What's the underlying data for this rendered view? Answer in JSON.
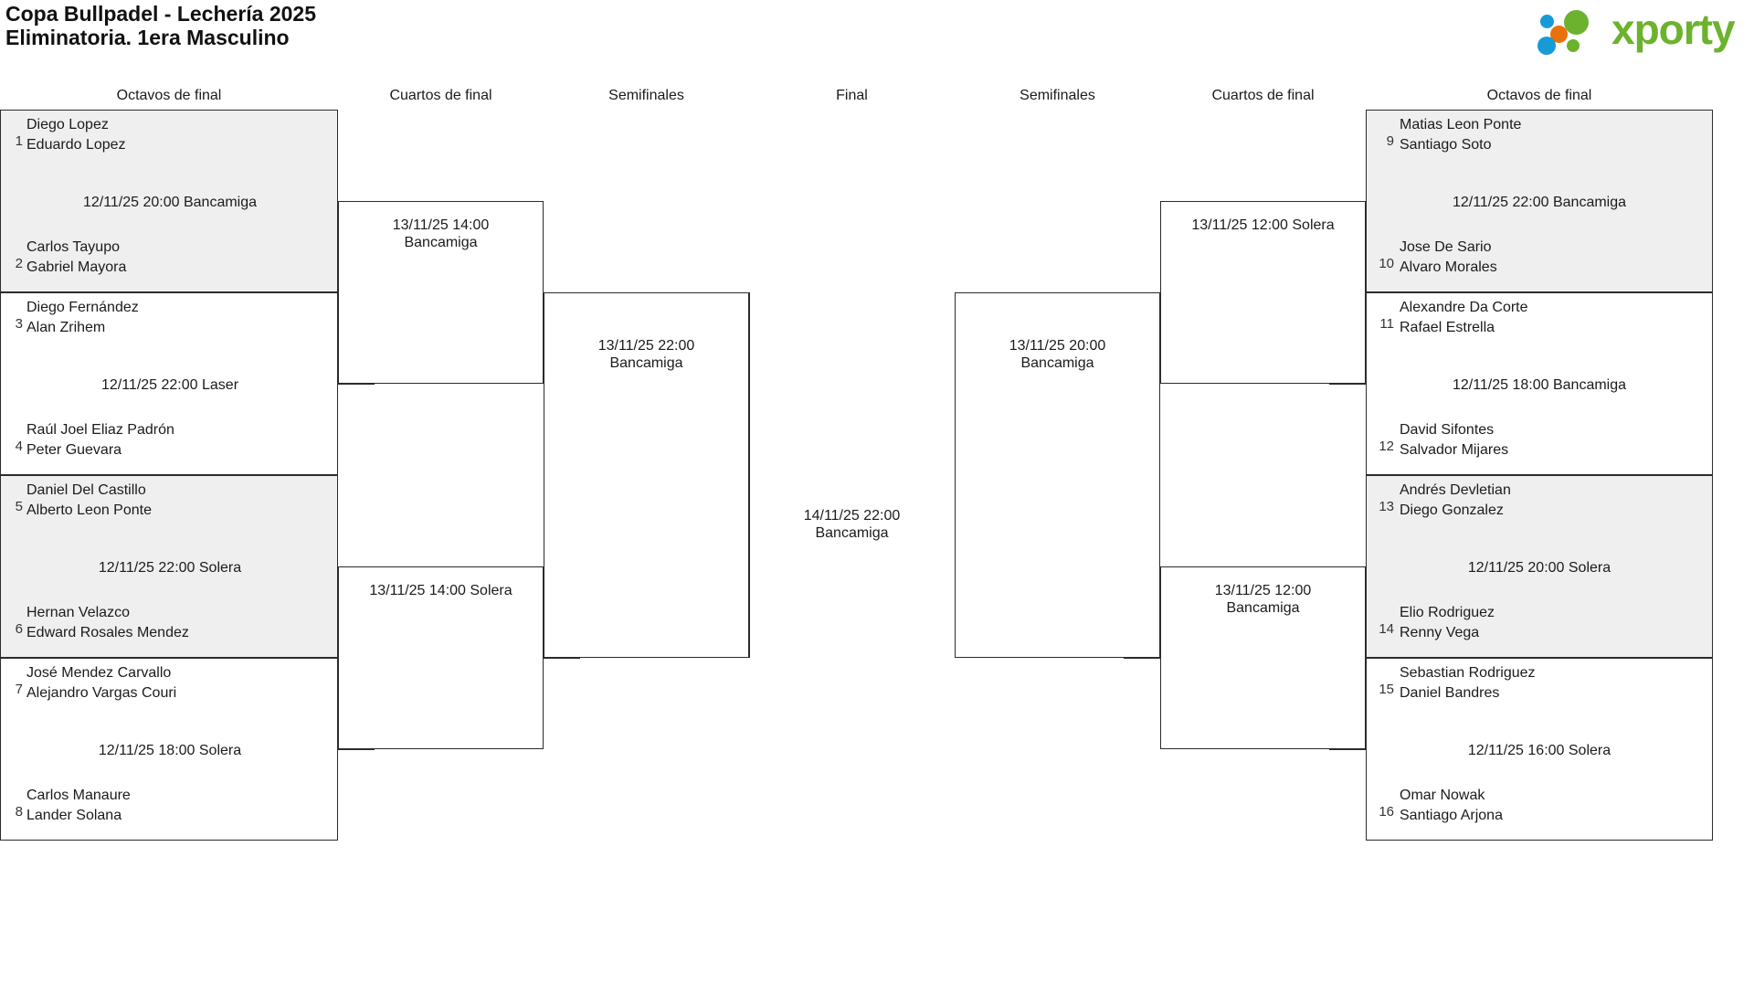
{
  "header": {
    "title_line1": "Copa Bullpadel - Lechería 2025",
    "title_line2": "Eliminatoria. 1era Masculino",
    "logo_word": "xporty",
    "logo_colors": {
      "green": "#6cb22e",
      "blue": "#169bd7",
      "orange": "#e8710a"
    }
  },
  "round_headers": {
    "left": [
      "Octavos de final",
      "Cuartos de final",
      "Semifinales"
    ],
    "center": "Final",
    "right": [
      "Semifinales",
      "Cuartos de final",
      "Octavos de final"
    ]
  },
  "bracket": {
    "left_r16": [
      {
        "seed_top": "1",
        "team_top_p1": "Diego Lopez",
        "team_top_p2": "Eduardo Lopez",
        "seed_bottom": "2",
        "team_bottom_p1": "Carlos Tayupo",
        "team_bottom_p2": "Gabriel Mayora",
        "info": "12/11/25 20:00 Bancamiga",
        "shaded": true
      },
      {
        "seed_top": "3",
        "team_top_p1": "Diego Fernández",
        "team_top_p2": "Alan Zrihem",
        "seed_bottom": "4",
        "team_bottom_p1": "Raúl Joel Eliaz Padrón",
        "team_bottom_p2": "Peter Guevara",
        "info": "12/11/25 22:00 Laser",
        "shaded": false
      },
      {
        "seed_top": "5",
        "team_top_p1": "Daniel Del Castillo",
        "team_top_p2": "Alberto Leon Ponte",
        "seed_bottom": "6",
        "team_bottom_p1": "Hernan Velazco",
        "team_bottom_p2": "Edward Rosales Mendez",
        "info": "12/11/25 22:00 Solera",
        "shaded": true
      },
      {
        "seed_top": "7",
        "team_top_p1": "José Mendez Carvallo",
        "team_top_p2": "Alejandro Vargas Couri",
        "seed_bottom": "8",
        "team_bottom_p1": "Carlos Manaure",
        "team_bottom_p2": "Lander Solana",
        "info": "12/11/25 18:00 Solera",
        "shaded": false
      }
    ],
    "right_r16": [
      {
        "seed_top": "9",
        "team_top_p1": "Matias Leon Ponte",
        "team_top_p2": "Santiago Soto",
        "seed_bottom": "10",
        "team_bottom_p1": "Jose De Sario",
        "team_bottom_p2": "Alvaro Morales",
        "info": "12/11/25 22:00 Bancamiga",
        "shaded": true
      },
      {
        "seed_top": "11",
        "team_top_p1": "Alexandre Da Corte",
        "team_top_p2": "Rafael Estrella",
        "seed_bottom": "12",
        "team_bottom_p1": "David Sifontes",
        "team_bottom_p2": "Salvador Mijares",
        "info": "12/11/25 18:00 Bancamiga",
        "shaded": false
      },
      {
        "seed_top": "13",
        "team_top_p1": "Andrés Devletian",
        "team_top_p2": "Diego Gonzalez",
        "seed_bottom": "14",
        "team_bottom_p1": "Elio Rodriguez",
        "team_bottom_p2": "Renny Vega",
        "info": "12/11/25 20:00 Solera",
        "shaded": true
      },
      {
        "seed_top": "15",
        "team_top_p1": "Sebastian Rodriguez",
        "team_top_p2": "Daniel Bandres",
        "seed_bottom": "16",
        "team_bottom_p1": "Omar Nowak",
        "team_bottom_p2": "Santiago Arjona",
        "info": "12/11/25 16:00 Solera",
        "shaded": false
      }
    ],
    "left_qf": [
      {
        "line1": "13/11/25 14:00",
        "line2": "Bancamiga"
      },
      {
        "line1": "13/11/25 14:00 Solera",
        "line2": ""
      }
    ],
    "right_qf": [
      {
        "line1": "13/11/25 12:00 Solera",
        "line2": ""
      },
      {
        "line1": "13/11/25 12:00",
        "line2": "Bancamiga"
      }
    ],
    "left_sf": {
      "line1": "13/11/25 22:00",
      "line2": "Bancamiga"
    },
    "right_sf": {
      "line1": "13/11/25 20:00",
      "line2": "Bancamiga"
    },
    "final": {
      "line1": "14/11/25 22:00",
      "line2": "Bancamiga"
    }
  }
}
